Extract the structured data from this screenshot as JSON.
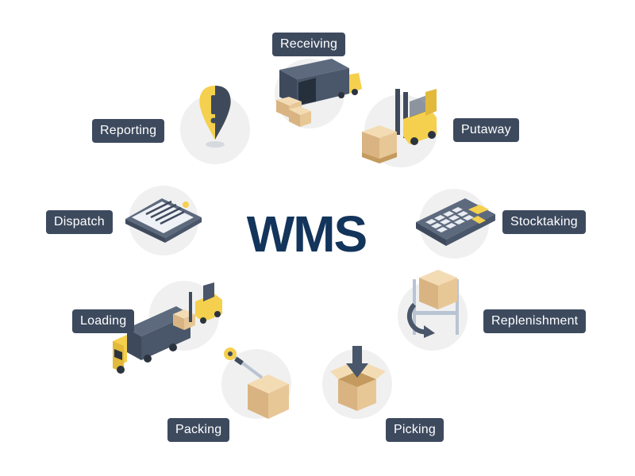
{
  "center": {
    "title": "WMS"
  },
  "stages": {
    "receiving": {
      "label": "Receiving",
      "icon": "delivery-truck-icon"
    },
    "putaway": {
      "label": "Putaway",
      "icon": "forklift-icon"
    },
    "stocktaking": {
      "label": "Stocktaking",
      "icon": "calculator-icon"
    },
    "replenishment": {
      "label": "Replenishment",
      "icon": "rack-refresh-icon"
    },
    "picking": {
      "label": "Picking",
      "icon": "open-box-arrow-icon"
    },
    "packing": {
      "label": "Packing",
      "icon": "tape-box-icon"
    },
    "loading": {
      "label": "Loading",
      "icon": "truck-forklift-icon"
    },
    "dispatch": {
      "label": "Dispatch",
      "icon": "tablet-document-icon"
    },
    "reporting": {
      "label": "Reporting",
      "icon": "alert-pin-icon"
    }
  },
  "colors": {
    "title": "#13345b",
    "label_bg": "#3d4a5e",
    "label_text": "#ffffff",
    "circle": "#f0f0f0",
    "accent_yellow": "#f5d04e",
    "box": "#e8c796",
    "dark_grey": "#4a5566"
  }
}
